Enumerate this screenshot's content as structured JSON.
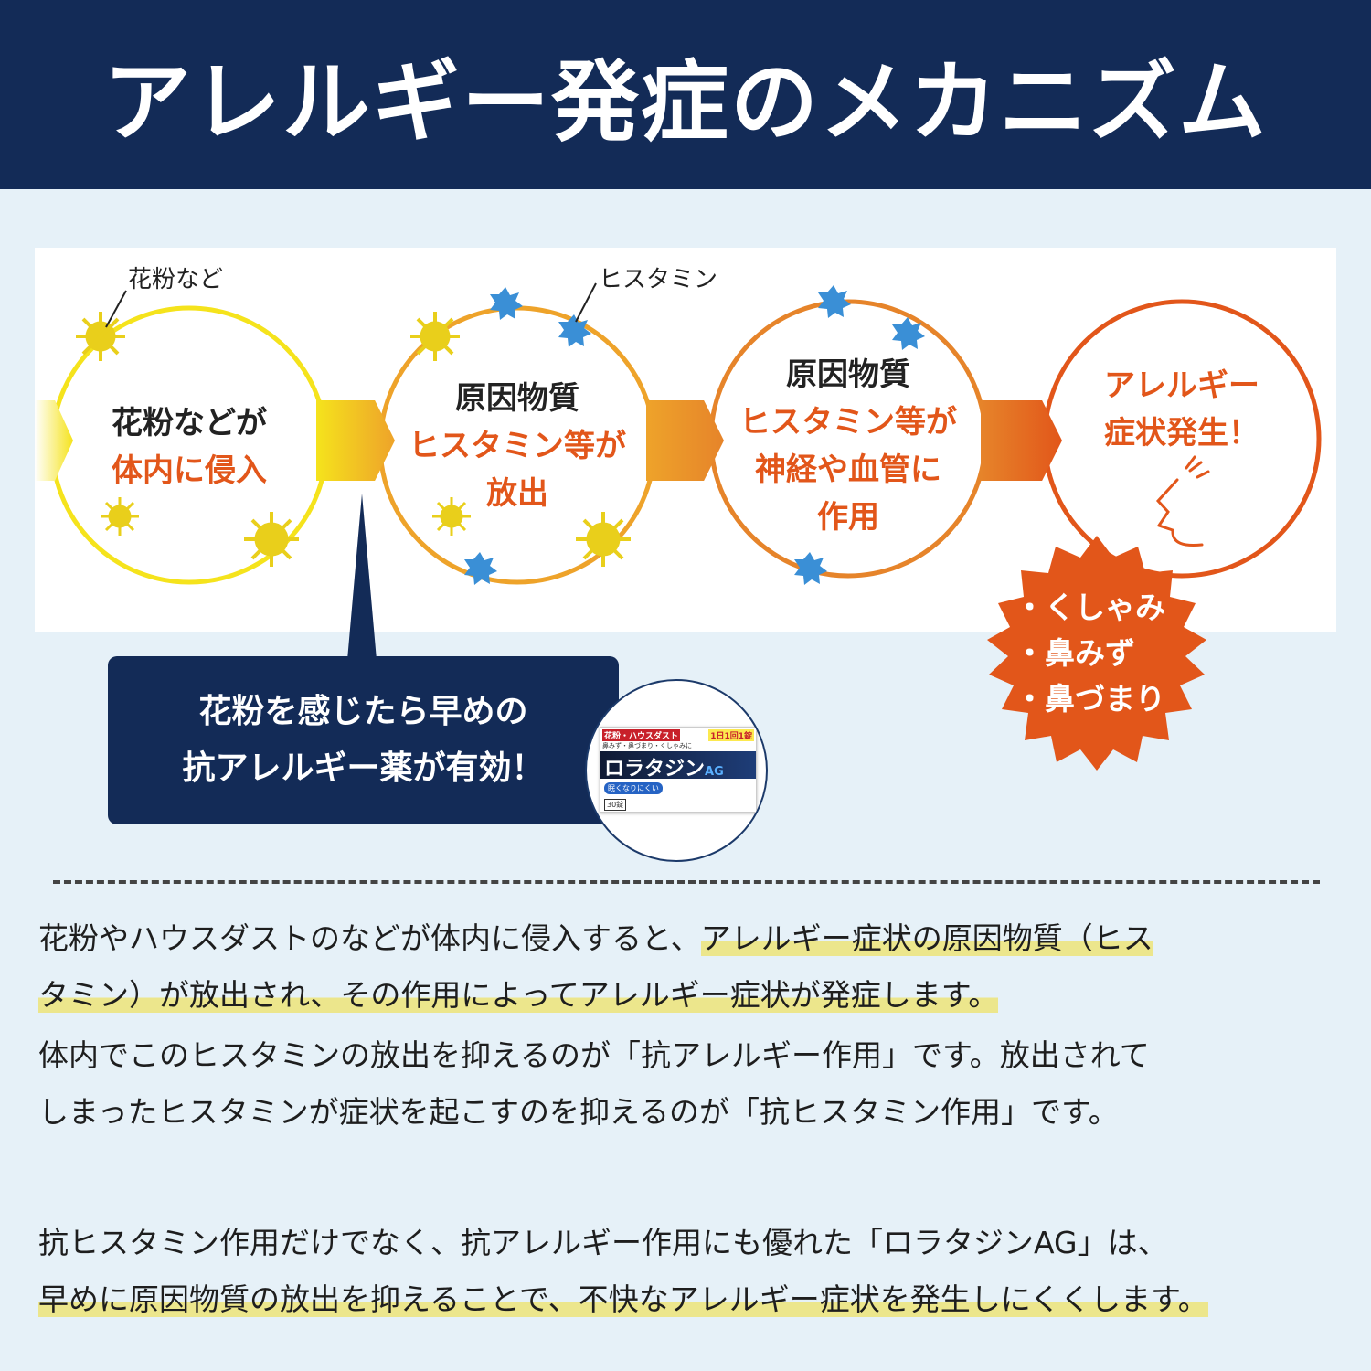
{
  "header": {
    "title": "アレルギー発症のメカニズム"
  },
  "diagram": {
    "pollen_label": "花粉など",
    "histamine_label": "ヒスタミン",
    "steps": [
      {
        "line1": "花粉などが",
        "line2": "体内に侵入"
      },
      {
        "line1": "原因物質",
        "line2": "ヒスタミン等が",
        "line3": "放出"
      },
      {
        "line1": "原因物質",
        "line2": "ヒスタミン等が",
        "line3": "神経や血管に",
        "line4": "作用"
      },
      {
        "line1": "アレルギー",
        "line2": "症状発生！"
      }
    ],
    "symptoms": [
      "・くしゃみ",
      "・鼻みず",
      "・鼻づまり"
    ],
    "colors": {
      "yellow": "#f5e31c",
      "orange_mid": "#eb8f2c",
      "orange_dark": "#e2561a",
      "blue": "#3a8fd6",
      "navy": "#132b57"
    }
  },
  "callout": {
    "line1": "花粉を感じたら早めの",
    "line2": "抗アレルギー薬が有効！"
  },
  "product": {
    "top_banner": "花粉・ハウスダスト",
    "badge": "1日1回1錠",
    "subtitle": "鼻みず・鼻づまり・くしゃみに",
    "name": "ロラタジン",
    "name_suffix": "AG",
    "tag": "眠くなりにくい",
    "count": "30錠"
  },
  "body": {
    "p1_a": "花粉やハウスダストのなどが体内に侵入すると、",
    "p1_b": "アレルギー症状の原因物質（ヒス",
    "p1_c": "タミン）が放出され、その作用によってアレルギー症状が発症します。",
    "p2_a": "体内でこのヒスタミンの放出を抑えるのが「抗アレルギー作用」です。放出されて",
    "p2_b": "しまったヒスタミンが症状を起こすのを抑えるのが「抗ヒスタミン作用」です。",
    "p3_a": "抗ヒスタミン作用だけでなく、抗アレルギー作用にも優れた「ロラタジンAG」は、",
    "p3_b": "早めに原因物質の放出を抑えることで、不快なアレルギー症状を発生しにくくします。"
  }
}
